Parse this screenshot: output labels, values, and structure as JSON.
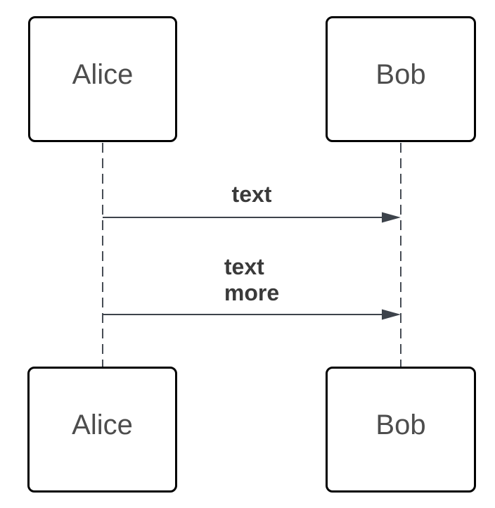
{
  "diagram": {
    "type": "sequence",
    "actors_top": [
      {
        "label": "Alice"
      },
      {
        "label": "Bob"
      }
    ],
    "actors_bottom": [
      {
        "label": "Alice"
      },
      {
        "label": "Bob"
      }
    ],
    "messages": [
      {
        "from": "Alice",
        "to": "Bob",
        "lines": [
          "text"
        ]
      },
      {
        "from": "Alice",
        "to": "Bob",
        "lines": [
          "text",
          "more"
        ]
      }
    ],
    "colors": {
      "background": "#ffffff",
      "box_fill": "#ffffff",
      "box_border": "#000000",
      "actor_text": "#4d4d4d",
      "message_text": "#3a3a3a",
      "lifeline": "#474d55",
      "arrow": "#3d434b"
    }
  }
}
